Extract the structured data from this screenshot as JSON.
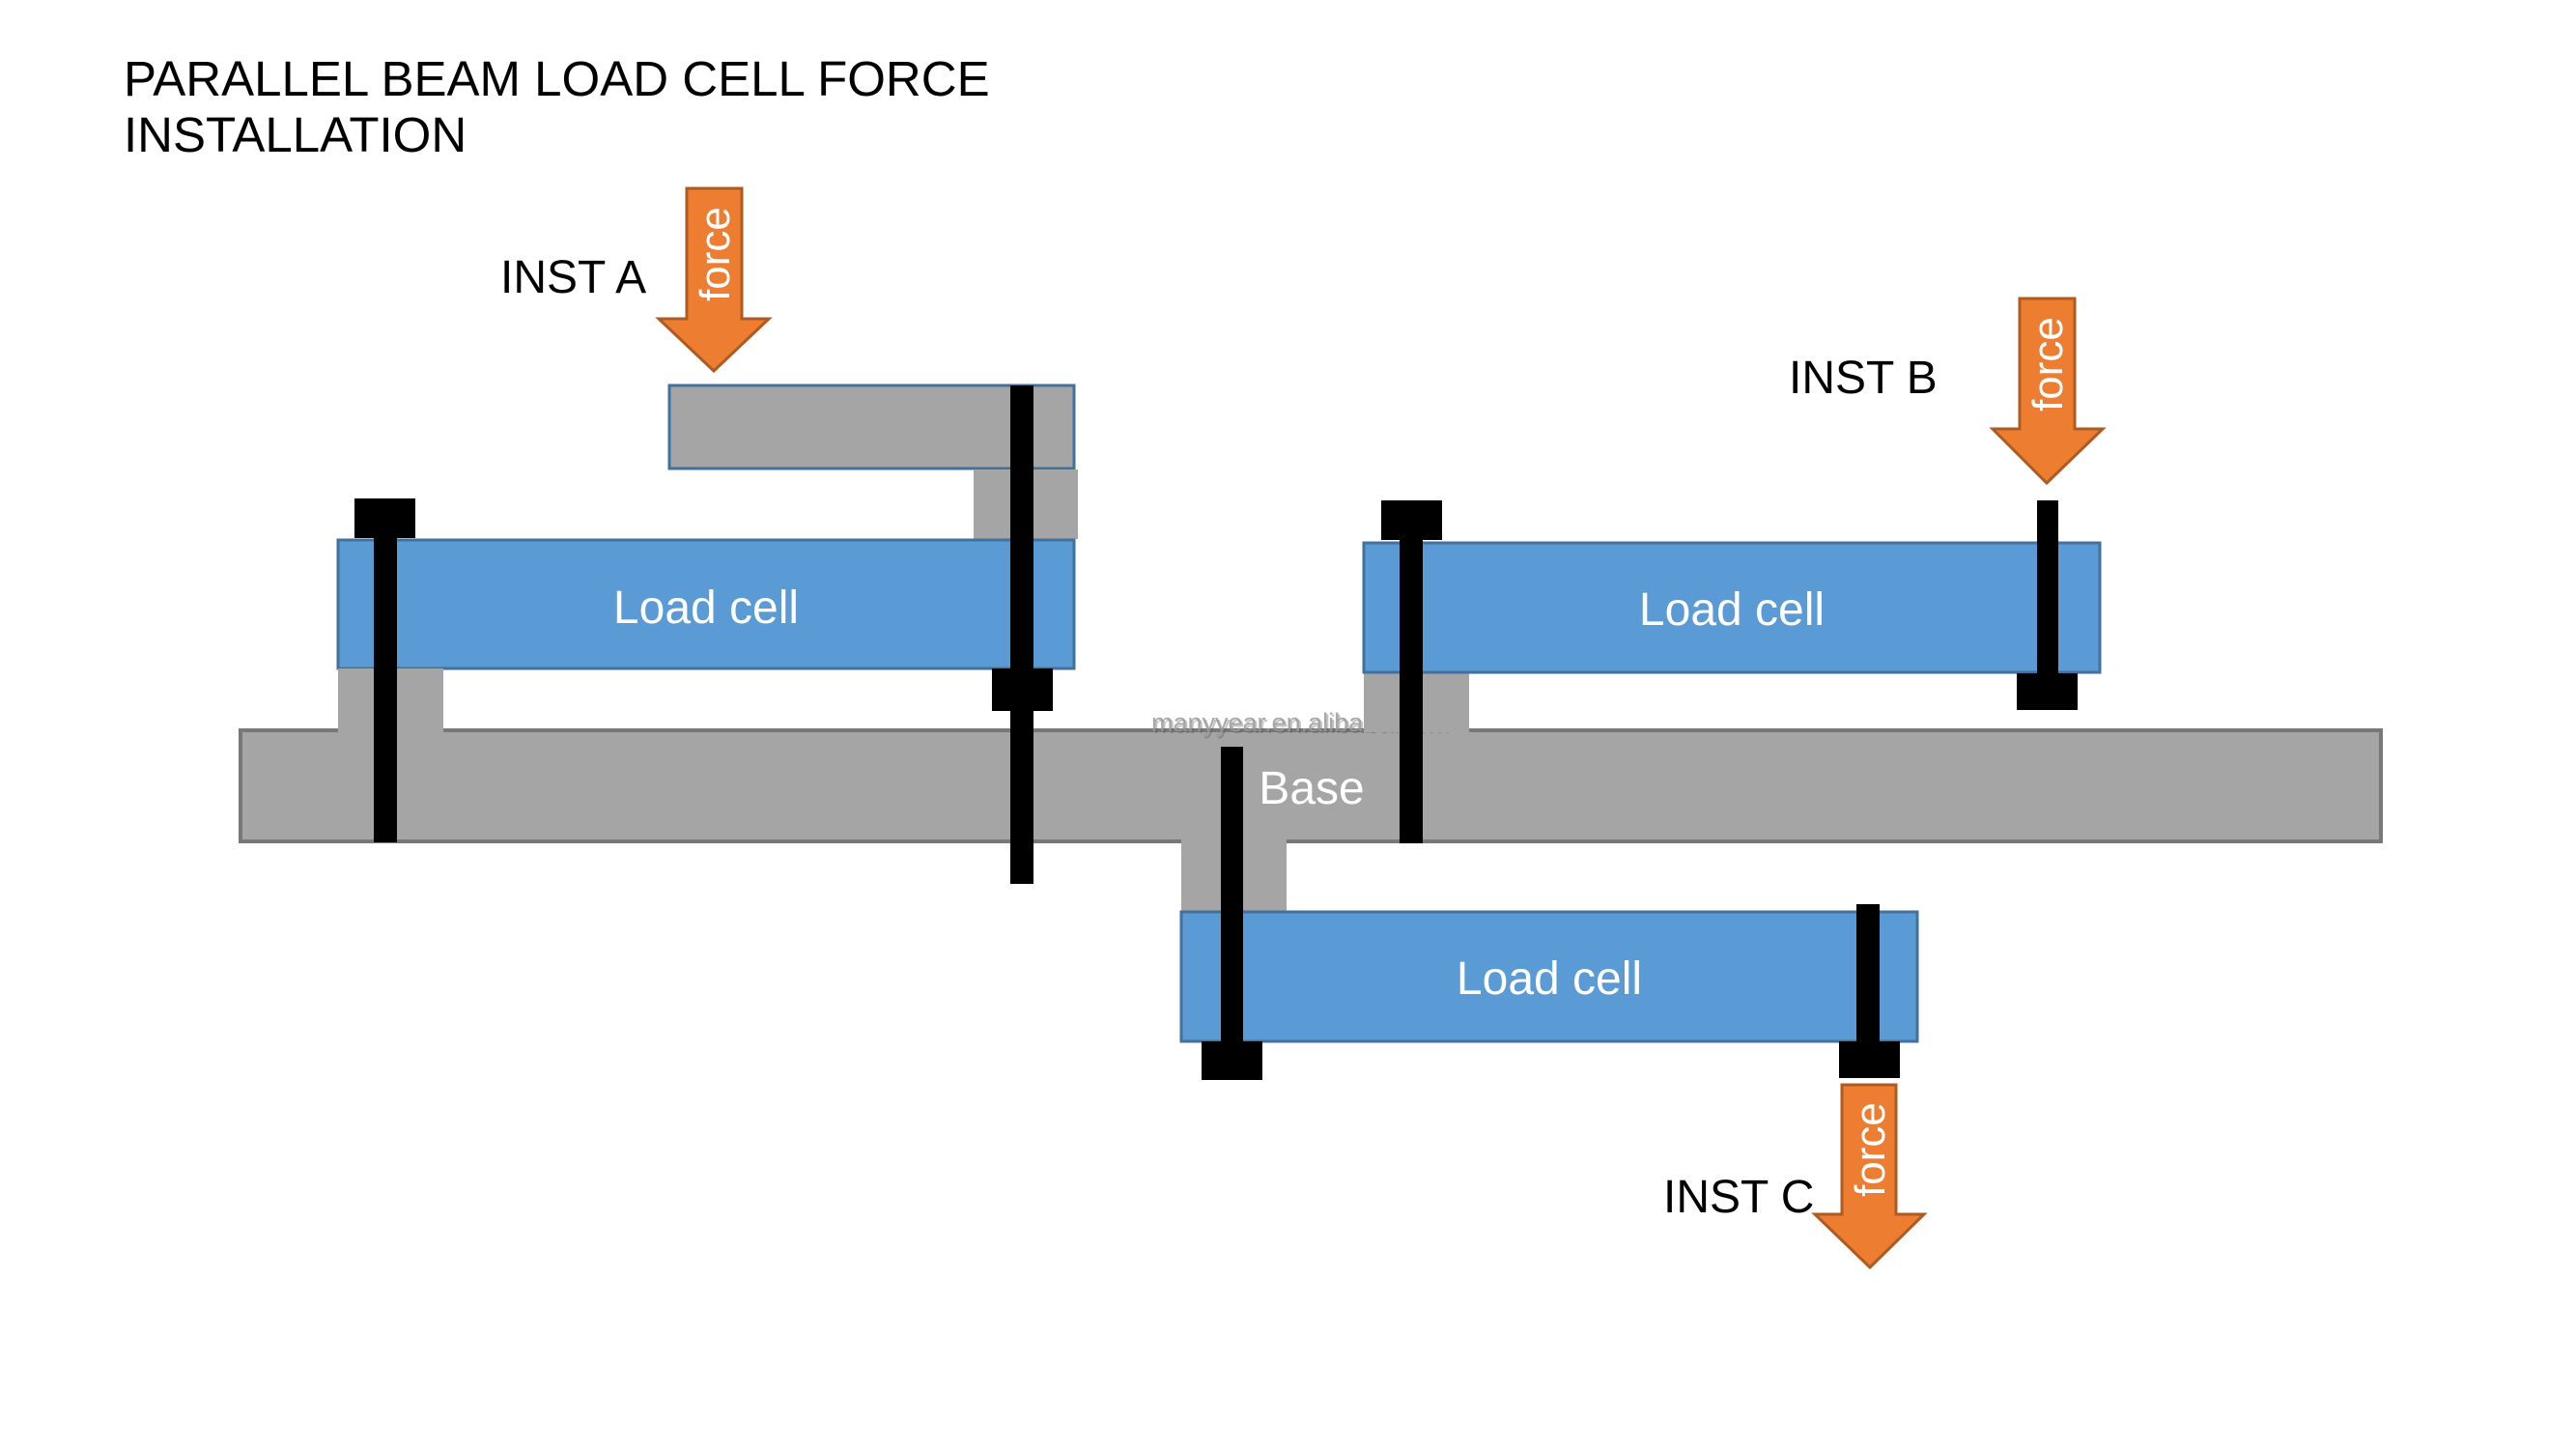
{
  "title": {
    "line1": "PARALLEL BEAM LOAD CELL FORCE",
    "line2": "INSTALLATION"
  },
  "installations": [
    {
      "id": "A",
      "label": "INST A",
      "force_label": "force",
      "load_cell_label": "Load cell",
      "force_direction": "down"
    },
    {
      "id": "B",
      "label": "INST B",
      "force_label": "force",
      "load_cell_label": "Load cell",
      "force_direction": "down"
    },
    {
      "id": "C",
      "label": "INST C",
      "force_label": "force",
      "load_cell_label": "Load cell",
      "force_direction": "down"
    }
  ],
  "base": {
    "label": "Base"
  },
  "watermark": "manyyear.en.alibaba.com",
  "colors": {
    "load_cell": "#5b9bd5",
    "load_cell_border": "#41719c",
    "steel": "#a5a5a5",
    "steel_border": "#787878",
    "bolt": "#000000",
    "force_arrow": "#ed7d31",
    "force_arrow_border": "#ae5a21"
  }
}
